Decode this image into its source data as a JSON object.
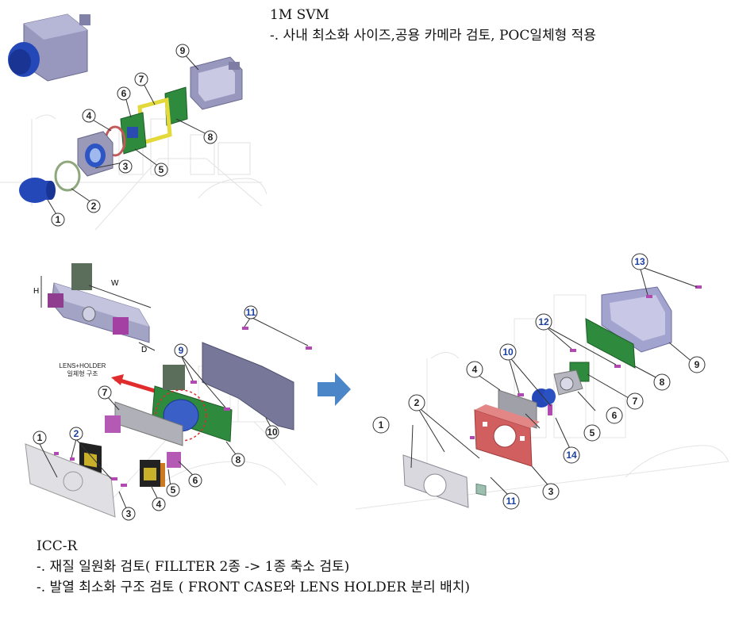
{
  "top_section": {
    "title": "1M SVM",
    "note": "-. 사내 최소화 사이즈,공용 카메라 검토, POC일체형 적용",
    "callouts": [
      "1",
      "2",
      "3",
      "4",
      "5",
      "6",
      "7",
      "8",
      "9"
    ]
  },
  "bottom_left": {
    "callouts": [
      "1",
      "2",
      "3",
      "4",
      "5",
      "6",
      "7",
      "8",
      "9",
      "10",
      "11"
    ],
    "dimension_labels": [
      "H",
      "W",
      "D"
    ],
    "lens_holder_label_1": "LENS+HOLDER",
    "lens_holder_label_2": "일체형 구조"
  },
  "bottom_right": {
    "callouts": [
      "1",
      "2",
      "3",
      "4",
      "5",
      "6",
      "7",
      "8",
      "9",
      "10",
      "11",
      "12",
      "13",
      "14"
    ]
  },
  "bottom_section": {
    "title": "ICC-R",
    "note1": "-. 재질 일원화 검토( FILLTER 2종 -> 1종 축소 검토)",
    "note2": "-. 발열 최소화 구조 검토 ( FRONT CASE와 LENS HOLDER 분리 배치)"
  },
  "colors": {
    "housing": "#8f8fb8",
    "lens": "#2448b8",
    "pcb": "#2e8a3c",
    "bracket": "#e3d93b",
    "ring": "#c35a5a",
    "front_case": "#cf5b5b",
    "arrow": "#4b86c8",
    "callout_blue": "#1b3f9e"
  }
}
